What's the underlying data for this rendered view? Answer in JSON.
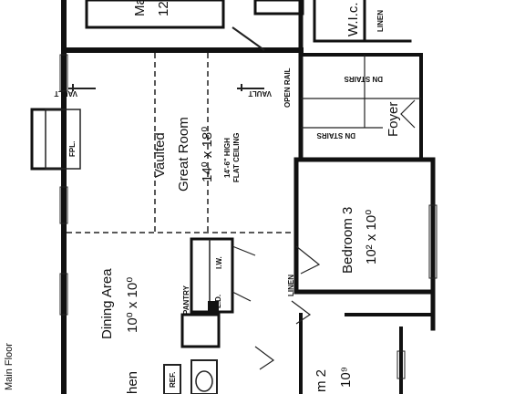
{
  "sheet_label": "Main Floor",
  "rooms": {
    "master": {
      "name": "Mas",
      "dim": "12"
    },
    "wic": {
      "name": "W.I.c."
    },
    "linen_top": "LINEN",
    "great_room": {
      "title": "Vaulted",
      "name": "Great Room",
      "dim": "14⁰ x 18⁰",
      "note1": "14'-6\" HIGH",
      "note2": "FLAT CEILING"
    },
    "foyer": "Foyer",
    "bedroom3": {
      "name": "Bedroom 3",
      "dim": "10² x 10⁰"
    },
    "dining": {
      "name": "Dining Area",
      "dim": "10⁰ x 10⁰"
    },
    "bedroom2": {
      "name": "m 2",
      "dim": "10⁹"
    },
    "kitchen_partial": "hen"
  },
  "labels": {
    "vault_left": "VAULT",
    "vault_right": "VAULT",
    "open_rail": "OPEN RAIL",
    "stairs_dn1": "DN STAIRS",
    "stairs_dn2": "DN STAIRS",
    "fpl": "FPL.",
    "ld": "L.D.",
    "iw": "I.W.",
    "pantry": "PANTRY",
    "linen_mid": "LINEN",
    "ref": "REF."
  }
}
